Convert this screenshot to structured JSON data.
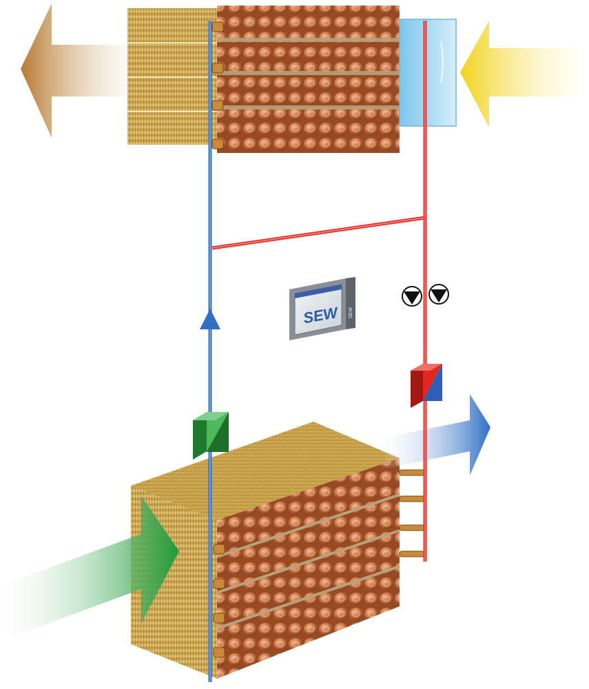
{
  "diagram": {
    "type": "heat-recovery-loop",
    "controller": {
      "brand_text": "SEW",
      "side_text": "SEW"
    },
    "colors": {
      "supply_pipe": "#2f6fc4",
      "return_pipe": "#e8302a",
      "copper": "#b8643a",
      "fins": "#c9a24a",
      "exhaust_arrow": "#b8782e",
      "intake_arrow": "#f2d21a",
      "outdoor_arrow": "#1f9a3a",
      "supply_arrow": "#2f6fc4",
      "green_valve": "#3aa34a",
      "heat_exchanger_valve_red": "#e3261f",
      "heat_exchanger_valve_blue": "#2d5fb8",
      "filter_box": "#9fd6f2"
    },
    "icons": [
      "pump-icon",
      "pump-icon",
      "flow-direction-arrow-icon"
    ]
  }
}
